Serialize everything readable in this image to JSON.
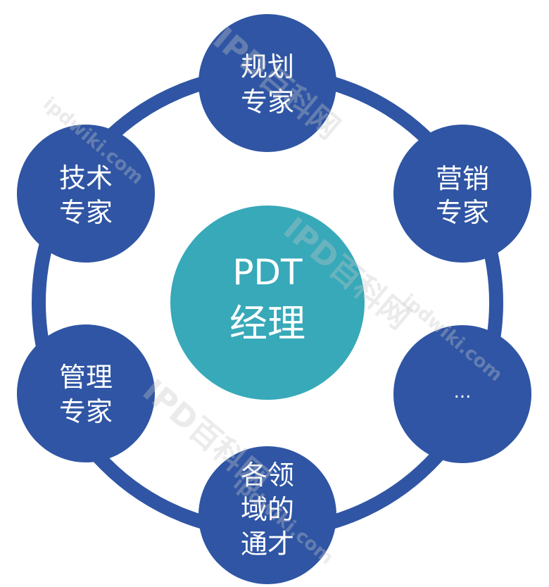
{
  "colors": {
    "ring": "#2f55a4",
    "node_fill": "#2f55a4",
    "center_fill": "#37a9b9",
    "text": "#ffffff"
  },
  "center": {
    "line1": "PDT",
    "line2": "经理"
  },
  "nodes": [
    {
      "lines": [
        "规划",
        "专家"
      ]
    },
    {
      "lines": [
        "营销",
        "专家"
      ]
    },
    {
      "lines": [
        "..."
      ]
    },
    {
      "lines": [
        "各领",
        "域的",
        "通才"
      ]
    },
    {
      "lines": [
        "管理",
        "专家"
      ]
    },
    {
      "lines": [
        "技术",
        "专家"
      ]
    }
  ],
  "watermark": {
    "brand": "IPD百科网",
    "site": "ipdwiki.com"
  }
}
